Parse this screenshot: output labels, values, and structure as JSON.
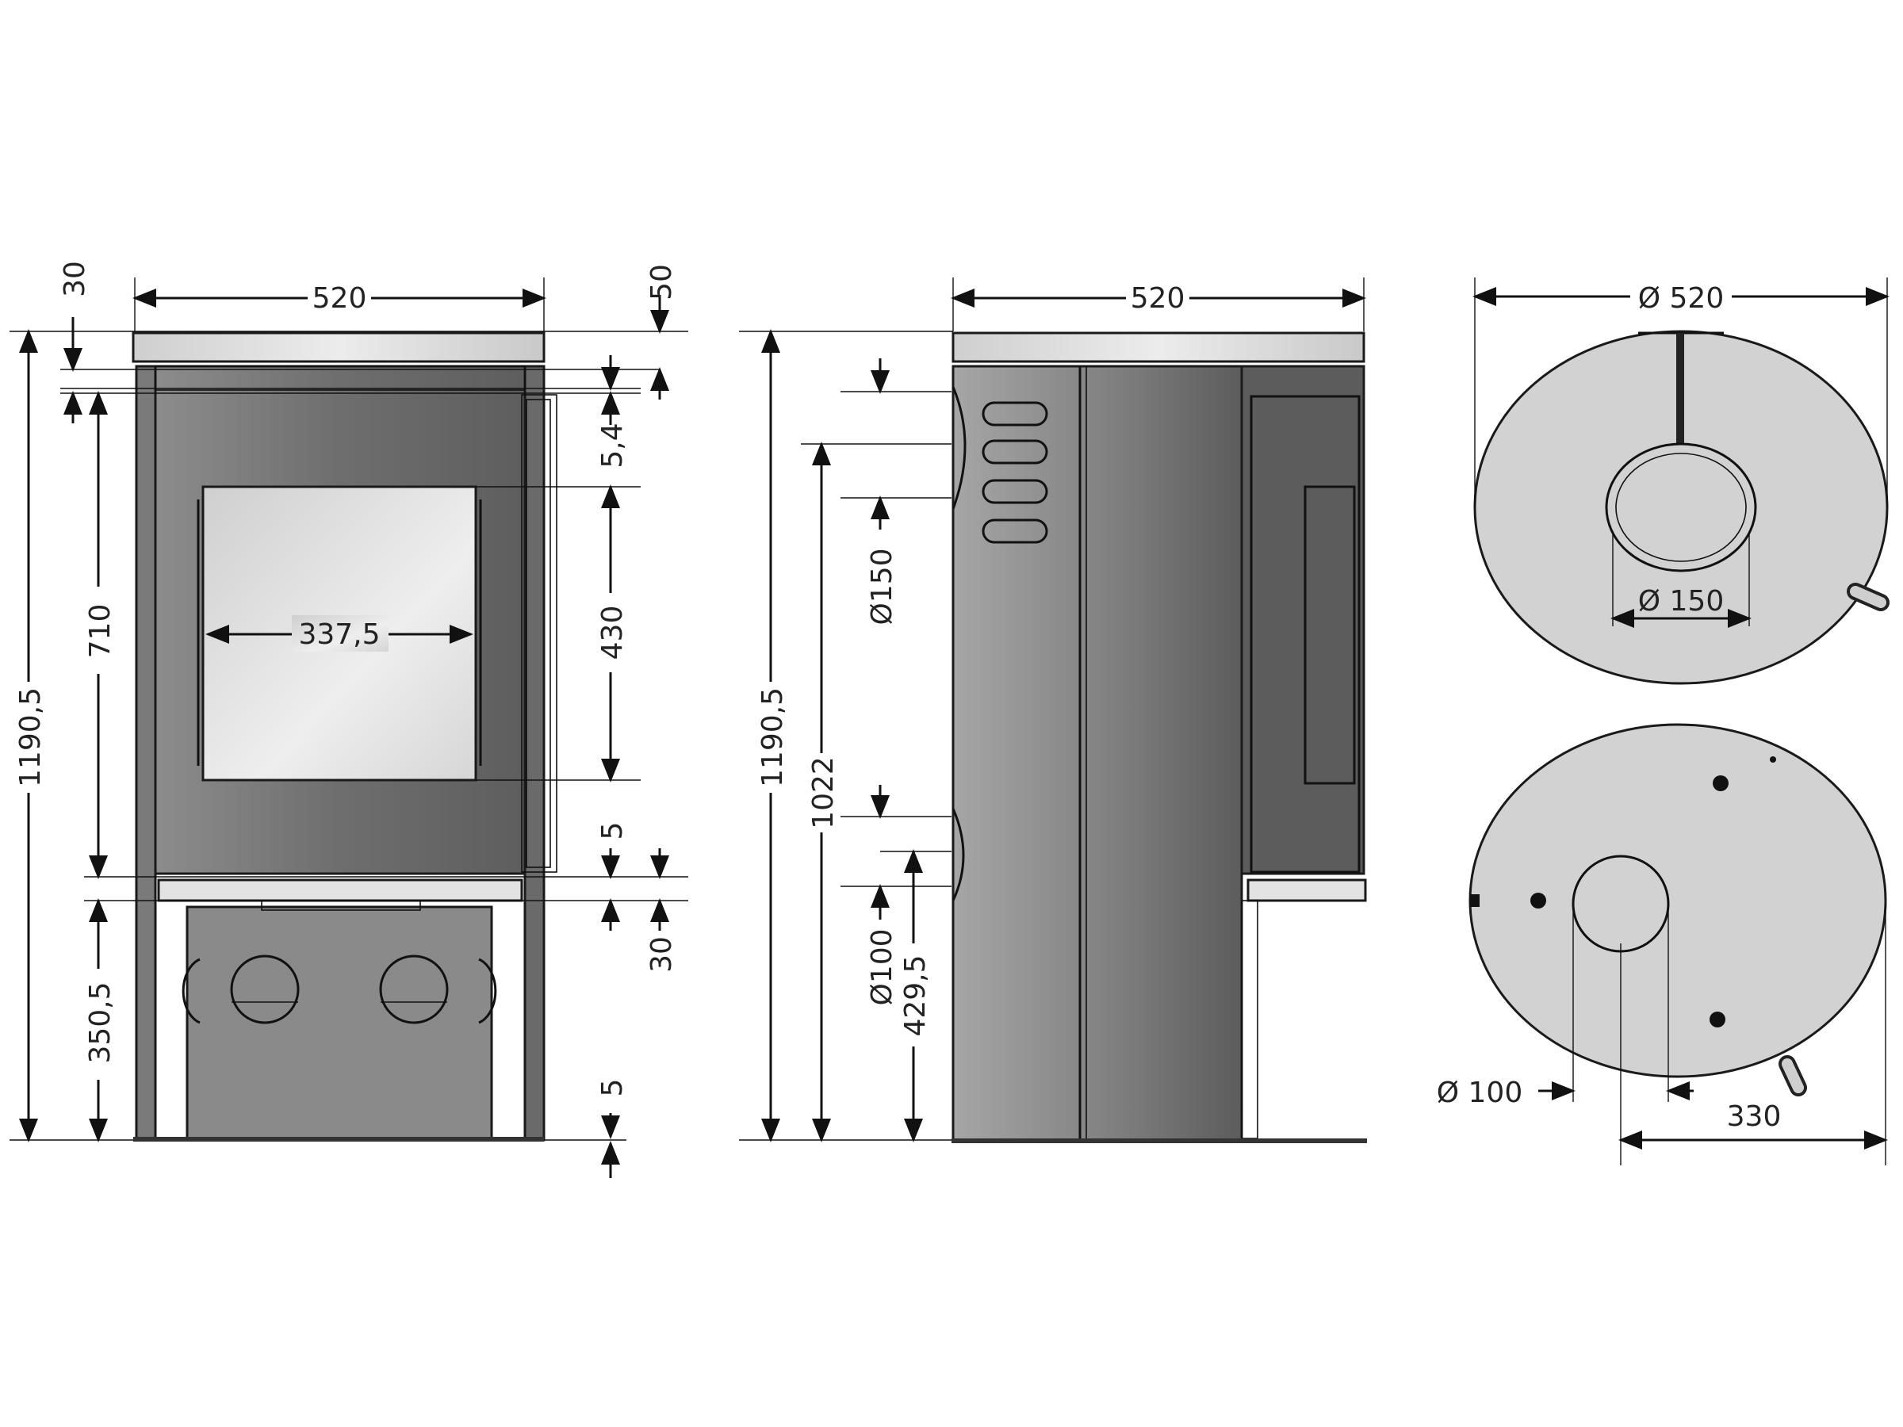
{
  "colors": {
    "line": "#111111",
    "body_dark": "#6d6d6d",
    "body_light": "#d2d2d2",
    "glass_light": "#eeeeee",
    "top_plate": "#d9d9d9",
    "inner_dark": "#8a8a8a"
  },
  "front": {
    "width": "520",
    "top_plate": "30",
    "height_total": "1190,5",
    "body": "710",
    "glass_width": "337,5",
    "top_gap": "50",
    "gap_small": "5,4",
    "glass_height": "430",
    "gap_bottom": "5",
    "plinth_gap": "30",
    "base": "350,5",
    "floor_gap": "5"
  },
  "side": {
    "width": "520",
    "height_total": "1190,5",
    "flue_height": "1022",
    "flue_diameter": "Ø150",
    "air_diameter": "Ø100",
    "air_height": "429,5"
  },
  "top": {
    "diameter": "Ø 520",
    "flue_diameter": "Ø 150"
  },
  "bottom": {
    "air_diameter": "Ø 100",
    "offset": "330"
  }
}
